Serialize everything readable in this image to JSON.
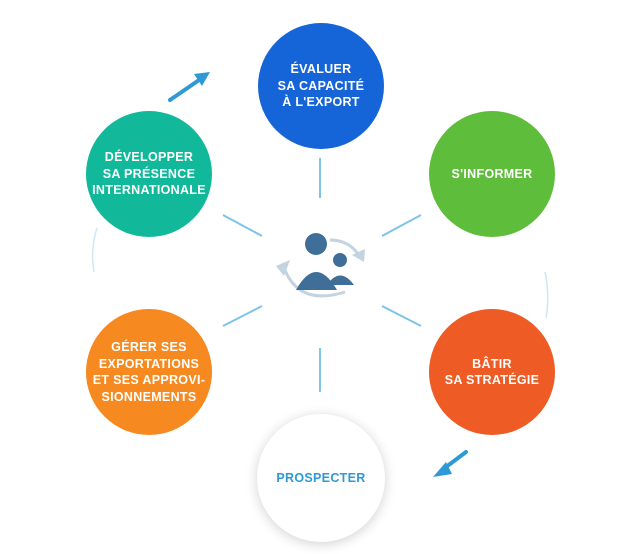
{
  "diagram": {
    "nodes": [
      {
        "id": "evaluer",
        "lines": [
          "ÉVALUER",
          "SA CAPACITÉ",
          "À L'EXPORT"
        ]
      },
      {
        "id": "informer",
        "lines": [
          "S'INFORMER"
        ]
      },
      {
        "id": "batir",
        "lines": [
          "BÂTIR",
          "SA STRATÉGIE"
        ]
      },
      {
        "id": "prospecter",
        "lines": [
          "PROSPECTER"
        ]
      },
      {
        "id": "gerer",
        "lines": [
          "GÉRER SES",
          "EXPORTATIONS",
          "ET SES APPROVI-",
          "SIONNEMENTS"
        ]
      },
      {
        "id": "developper",
        "lines": [
          "DÉVELOPPER",
          "SA PRÉSENCE",
          "INTERNATIONALE"
        ]
      }
    ],
    "center_icon": "users-cycle-icon",
    "colors": {
      "evaluer": "#1565d8",
      "informer": "#5fbd3c",
      "batir": "#ef5b25",
      "prospecter_text": "#2f99d6",
      "gerer": "#f6891f",
      "developper": "#11b99a",
      "connector": "#7ec3e8",
      "arrow": "#2f99d6",
      "icon": "#3f6f99"
    }
  }
}
